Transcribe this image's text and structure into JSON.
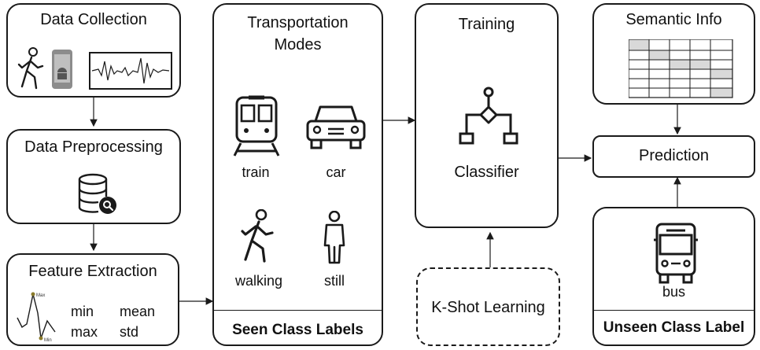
{
  "data_collection": {
    "title": "Data Collection"
  },
  "data_preprocessing": {
    "title": "Data Preprocessing"
  },
  "feature_extraction": {
    "title": "Feature Extraction",
    "features": [
      "min",
      "mean",
      "max",
      "std"
    ],
    "plot_markers": [
      "Max",
      "Min"
    ]
  },
  "transportation_modes": {
    "title_line1": "Transportation",
    "title_line2": "Modes",
    "modes": [
      "train",
      "car",
      "walking",
      "still"
    ],
    "footer": "Seen Class Labels"
  },
  "training": {
    "title": "Training",
    "classifier_label": "Classifier"
  },
  "kshot": {
    "label": "K-Shot Learning"
  },
  "semantic_info": {
    "title": "Semantic Info"
  },
  "prediction": {
    "label": "Prediction"
  },
  "unseen": {
    "mode": "bus",
    "footer": "Unseen Class Label"
  },
  "colors": {
    "stroke": "#1a1a1a",
    "grid_fill": "#d9d9d9",
    "marker": "#8a7a2a"
  }
}
